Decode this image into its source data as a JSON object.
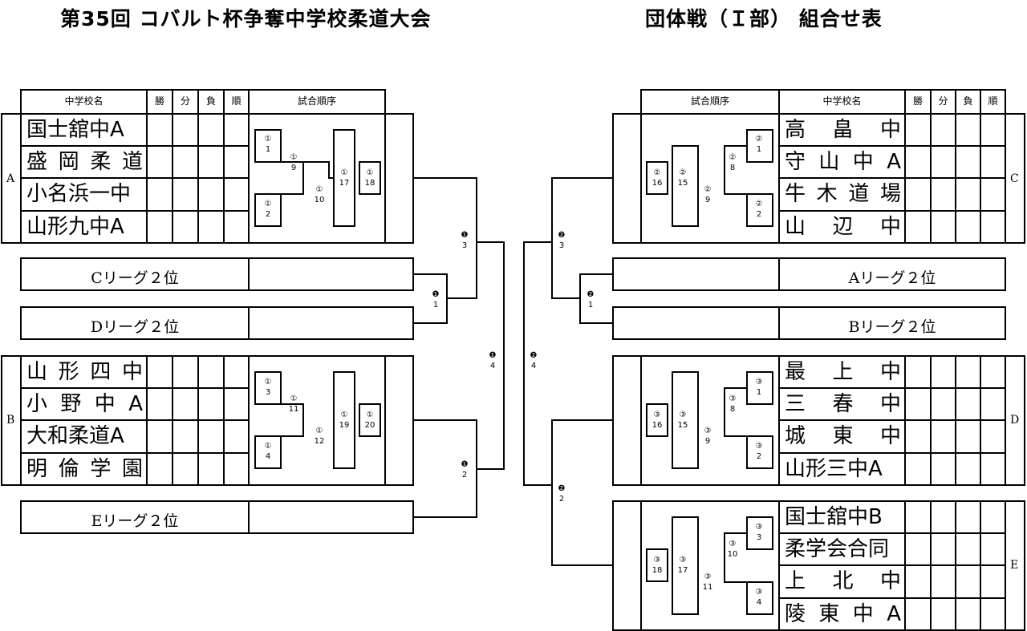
{
  "title_left": "第35回 コバルト杯争奪中学校柔道大会",
  "title_right": "団体戦（Ｉ部） 組合せ表",
  "headers": {
    "school": "中学校名",
    "win": "勝",
    "draw": "分",
    "loss": "負",
    "rank": "順",
    "order": "試合順序"
  },
  "left": {
    "groupA": {
      "label": "A",
      "schools": [
        "国士舘中A",
        "盛岡柔道",
        "小名浜一中",
        "山形九中A"
      ],
      "matches": {
        "m1": [
          "①",
          "1"
        ],
        "m2": [
          "①",
          "2"
        ],
        "m9": [
          "①",
          "9"
        ],
        "m10": [
          "①",
          "10"
        ],
        "m17": [
          "①",
          "17"
        ],
        "m18": [
          "①",
          "18"
        ]
      }
    },
    "slotC": "Cリーグ２位",
    "slotD": "Dリーグ２位",
    "groupB": {
      "label": "B",
      "schools": [
        "山形四中",
        "小野中A",
        "大和柔道A",
        "明倫学園"
      ],
      "matches": {
        "m3": [
          "①",
          "3"
        ],
        "m4": [
          "①",
          "4"
        ],
        "m11": [
          "①",
          "11"
        ],
        "m12": [
          "①",
          "12"
        ],
        "m19": [
          "①",
          "19"
        ],
        "m20": [
          "①",
          "20"
        ]
      }
    },
    "slotE": "Eリーグ２位",
    "bracket": {
      "b1": [
        "❶",
        "1"
      ],
      "b3": [
        "❶",
        "3"
      ],
      "b2": [
        "❶",
        "2"
      ],
      "b4": [
        "❶",
        "4"
      ]
    }
  },
  "right": {
    "groupC": {
      "label": "C",
      "schools": [
        "高畠中",
        "守山中A",
        "牛木道場",
        "山辺中"
      ],
      "matches": {
        "m1": [
          "②",
          "1"
        ],
        "m2": [
          "②",
          "2"
        ],
        "m8": [
          "②",
          "8"
        ],
        "m9": [
          "②",
          "9"
        ],
        "m15": [
          "②",
          "15"
        ],
        "m16": [
          "②",
          "16"
        ]
      }
    },
    "slotA": "Aリーグ２位",
    "slotB": "Bリーグ２位",
    "groupD": {
      "label": "D",
      "schools": [
        "最上中",
        "三春中",
        "城東中",
        "山形三中A"
      ],
      "matches": {
        "m1": [
          "③",
          "1"
        ],
        "m2": [
          "③",
          "2"
        ],
        "m8": [
          "③",
          "8"
        ],
        "m9": [
          "③",
          "9"
        ],
        "m15": [
          "③",
          "15"
        ],
        "m16": [
          "③",
          "16"
        ]
      }
    },
    "groupE": {
      "label": "E",
      "schools": [
        "国士舘中B",
        "柔学会合同",
        "上北中",
        "陵東中A"
      ],
      "matches": {
        "m3": [
          "③",
          "3"
        ],
        "m4": [
          "③",
          "4"
        ],
        "m10": [
          "③",
          "10"
        ],
        "m11": [
          "③",
          "11"
        ],
        "m17": [
          "③",
          "17"
        ],
        "m18": [
          "③",
          "18"
        ]
      }
    },
    "bracket": {
      "b1": [
        "❷",
        "1"
      ],
      "b3": [
        "❷",
        "3"
      ],
      "b2": [
        "❷",
        "2"
      ],
      "b4": [
        "❷",
        "4"
      ]
    }
  }
}
